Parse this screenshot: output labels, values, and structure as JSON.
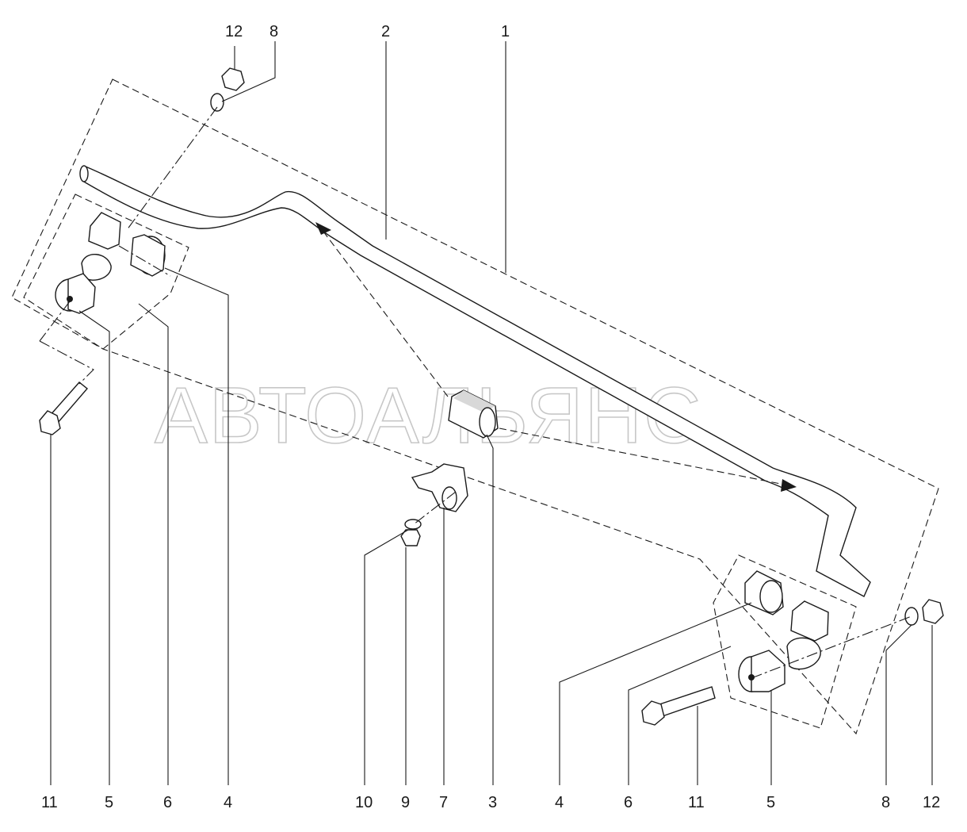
{
  "watermark": "АВТОАЛЬЯНС",
  "callouts_top": [
    "12",
    "8",
    "2",
    "1"
  ],
  "callouts_bottom": [
    "11",
    "5",
    "6",
    "4",
    "10",
    "9",
    "7",
    "3",
    "4",
    "6",
    "11",
    "5",
    "8",
    "12"
  ],
  "colors": {
    "line": "#1a1a1a",
    "watermark": "#9a9a9a",
    "background": "#ffffff"
  }
}
